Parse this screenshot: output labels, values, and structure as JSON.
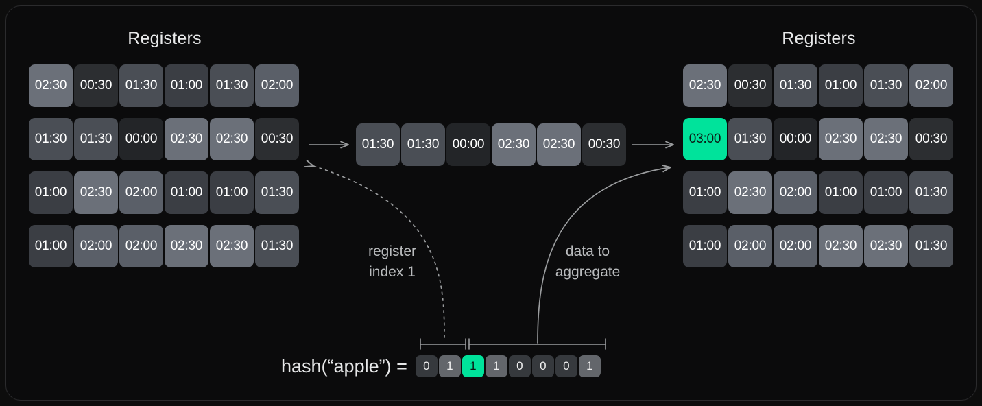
{
  "card": {
    "background": "#0b0b0c",
    "border_color": "#2b2b2d"
  },
  "colors": {
    "accent_green": "#00e39b",
    "cell_00_00": "#232528",
    "cell_00_30": "#2c2e31",
    "cell_01_00": "#3b3e44",
    "cell_01_30": "#4a4e55",
    "cell_02_00": "#5a5f68",
    "cell_02_30": "#6b7079",
    "bit_zero": "#36393d",
    "bit_one": "#63666b",
    "text": "#ffffff",
    "label_text": "#b9bbbd",
    "line": "#9a9c9e"
  },
  "left_panel": {
    "title": "Registers",
    "rows": [
      [
        "02:30",
        "00:30",
        "01:30",
        "01:00",
        "01:30",
        "02:00"
      ],
      [
        "01:30",
        "01:30",
        "00:00",
        "02:30",
        "02:30",
        "00:30"
      ],
      [
        "01:00",
        "02:30",
        "02:00",
        "01:00",
        "01:00",
        "01:30"
      ],
      [
        "01:00",
        "02:00",
        "02:00",
        "02:30",
        "02:30",
        "01:30"
      ]
    ],
    "highlight": null
  },
  "middle_row": {
    "values": [
      "01:30",
      "01:30",
      "00:00",
      "02:30",
      "02:30",
      "00:30"
    ]
  },
  "right_panel": {
    "title": "Registers",
    "rows": [
      [
        "02:30",
        "00:30",
        "01:30",
        "01:00",
        "01:30",
        "02:00"
      ],
      [
        "03:00",
        "01:30",
        "00:00",
        "02:30",
        "02:30",
        "00:30"
      ],
      [
        "01:00",
        "02:30",
        "02:00",
        "01:00",
        "01:00",
        "01:30"
      ],
      [
        "01:00",
        "02:00",
        "02:00",
        "02:30",
        "02:30",
        "01:30"
      ]
    ],
    "highlight": {
      "row": 1,
      "col": 0,
      "value": "03:00"
    }
  },
  "annotations": {
    "register_index_label": "register\nindex 1",
    "data_to_aggregate_label": "data to\naggregate"
  },
  "hash": {
    "expression": "hash(“apple”)  =",
    "bits": [
      "0",
      "1",
      "1",
      "1",
      "0",
      "0",
      "0",
      "1"
    ],
    "highlight_bit_index": 2,
    "index_bracket_bits": [
      0,
      1
    ],
    "data_bracket_bits": [
      2,
      3,
      4,
      5,
      6,
      7
    ]
  }
}
